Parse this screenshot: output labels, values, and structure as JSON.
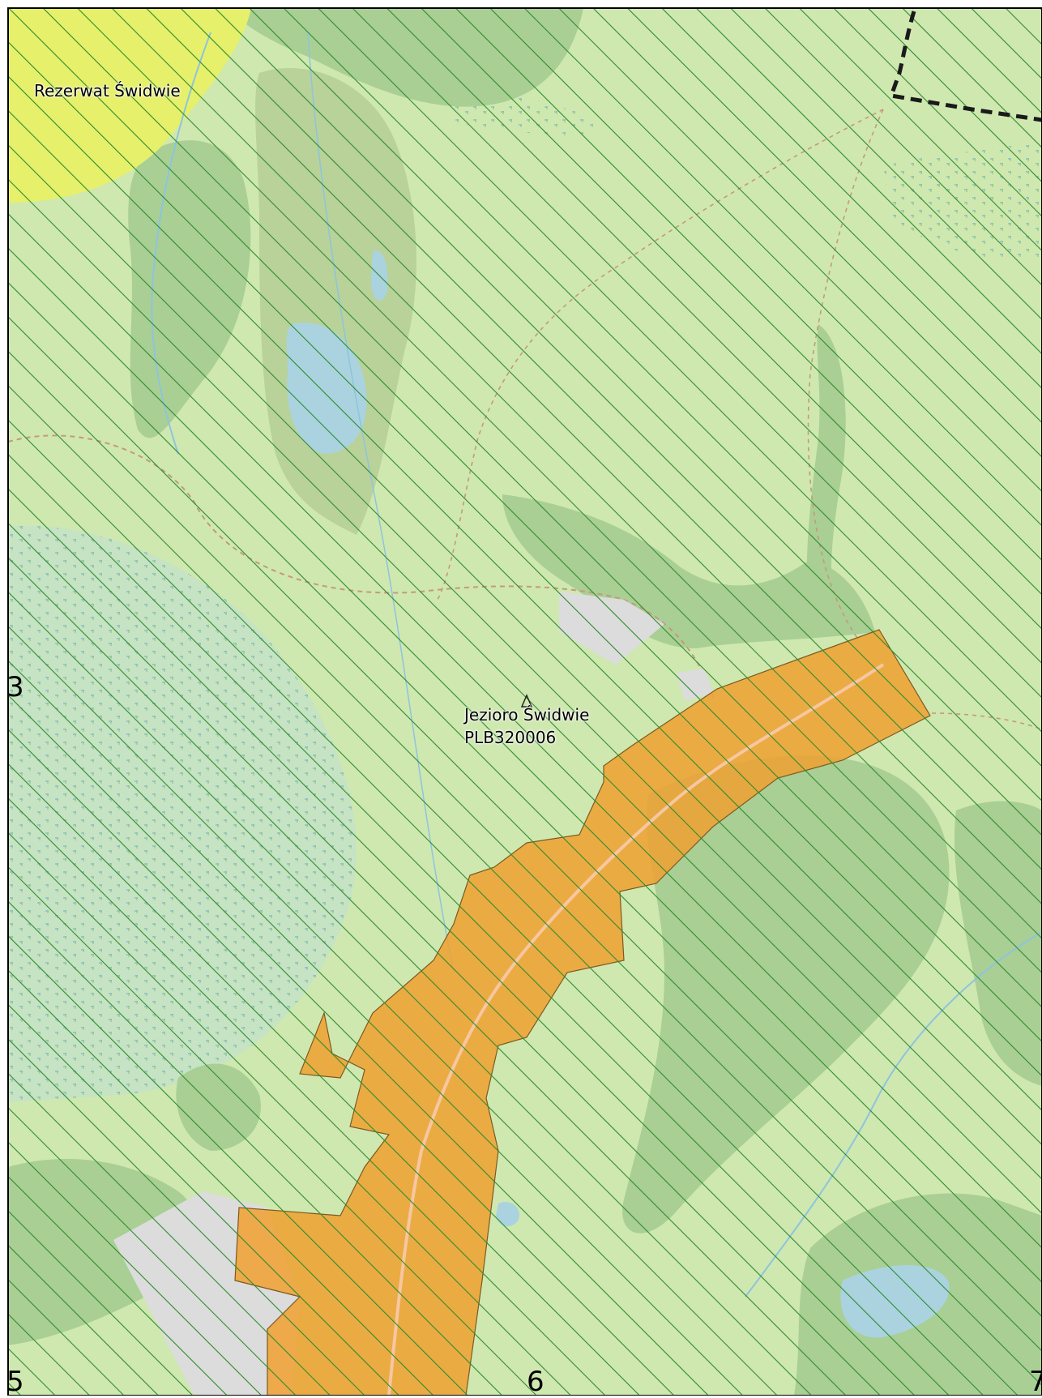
{
  "map": {
    "labels": {
      "reserve": "Rezerwat Świdwie",
      "lake": "Jezioro Świdwie",
      "site_code": "PLB320006"
    },
    "grid_numbers": {
      "row_mid_left": "3",
      "bottom_left": "5",
      "bottom_mid": "6",
      "bottom_right": "7"
    },
    "colors": {
      "background": "#cfe8b0",
      "forest": "#a9cf95",
      "wetland": "#bfe0c2",
      "reserve": "#e6f06a",
      "water": "#aad3df",
      "built_up": "#e0e0e0",
      "development_area": "#f0a030",
      "hatch": "#2e8b2e",
      "border": "#000000"
    }
  }
}
